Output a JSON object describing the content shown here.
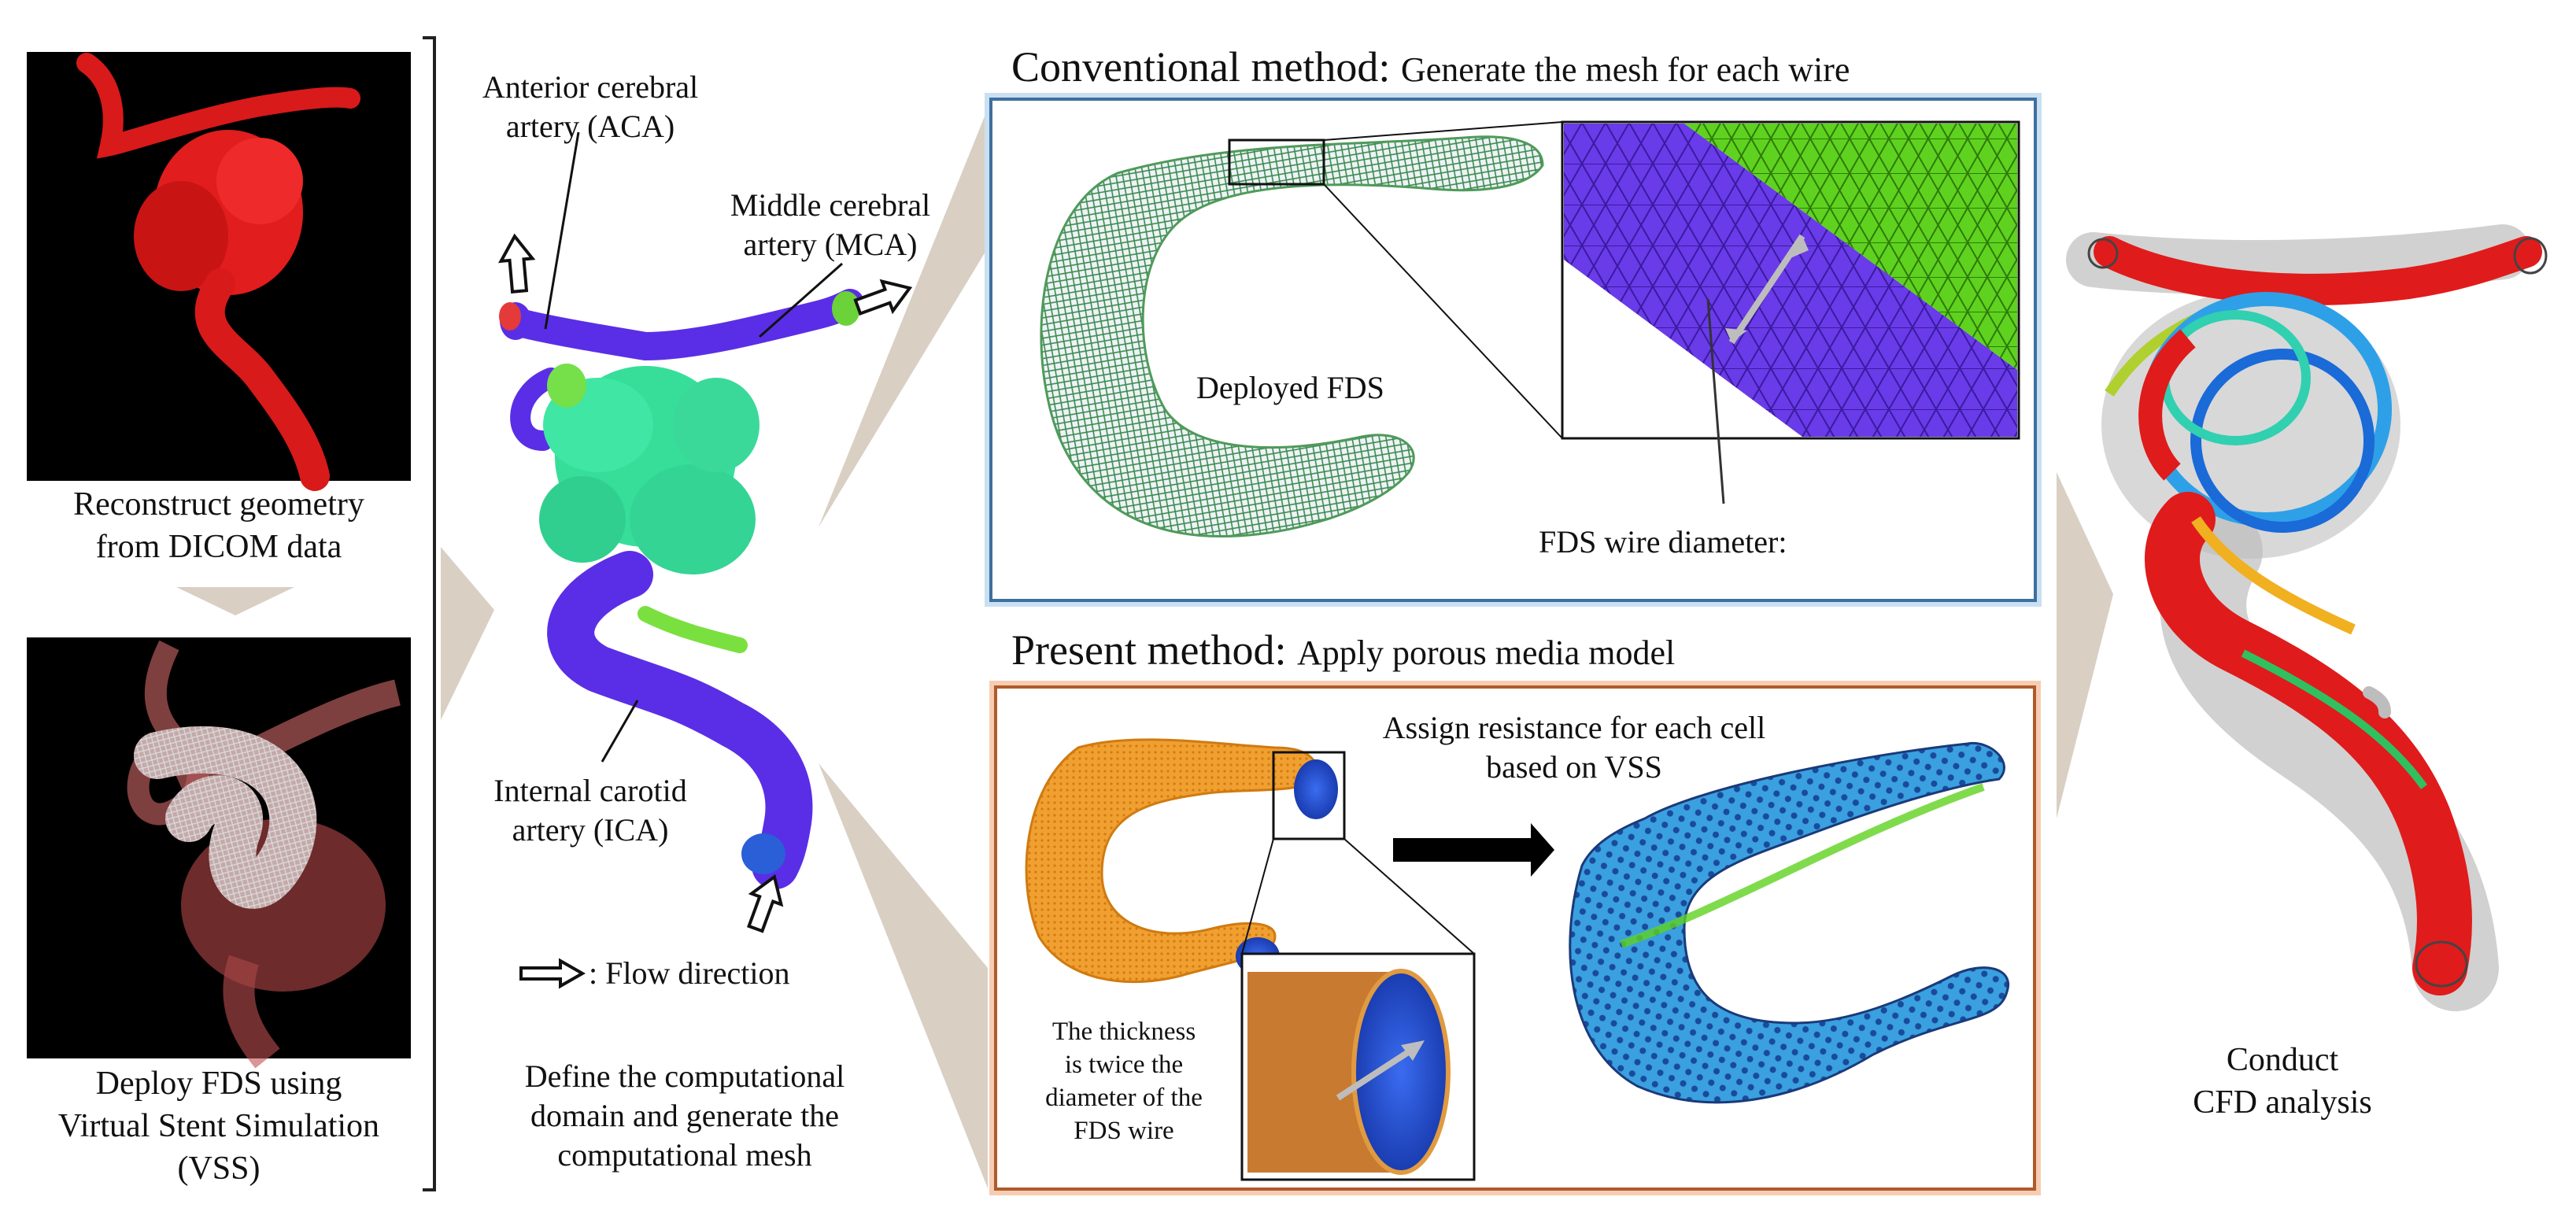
{
  "left_panel": {
    "step1_caption": [
      "Reconstruct geometry",
      "from DICOM data"
    ],
    "step2_caption": [
      "Deploy FDS using",
      "Virtual Stent Simulation",
      "(VSS)"
    ]
  },
  "middle_panel": {
    "aca_label": [
      "Anterior cerebral",
      "artery (ACA)"
    ],
    "mca_label": [
      "Middle cerebral",
      "artery (MCA)"
    ],
    "ica_label": [
      "Internal carotid",
      "artery (ICA)"
    ],
    "flow_legend": ": Flow direction",
    "caption": [
      "Define the computational",
      "domain and generate the",
      "computational mesh"
    ]
  },
  "conventional": {
    "title_main": "Conventional method:",
    "title_sub": "Generate the mesh for each wire",
    "deployed_label": "Deployed FDS",
    "wire_label": "FDS wire diameter:"
  },
  "present": {
    "title_main": "Present method:",
    "title_sub": "Apply porous media model",
    "assign_label": [
      "Assign resistance for each cell",
      "based on VSS"
    ],
    "thickness_label": [
      "The thickness",
      "is twice the",
      "diameter of the",
      "FDS wire"
    ]
  },
  "right_panel": {
    "caption": [
      "Conduct",
      "CFD analysis"
    ]
  },
  "colors": {
    "vessel_red": "#e01b1b",
    "vessel_blue": "#5a2ee6",
    "aneurysm_green": "#37de9a",
    "conventional_frame": "#6fa8d6",
    "present_frame": "#e8956a",
    "wire_purple": "#6a3be8",
    "wire_green": "#5fd21f",
    "porous_orange": "#f0a030",
    "porous_blue": "#2a5fd8",
    "arrow_fill": "#d9cfc3"
  }
}
